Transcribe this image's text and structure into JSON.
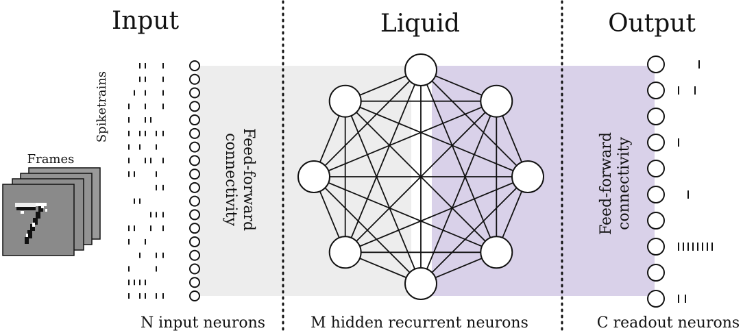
{
  "sections": {
    "input": {
      "title": "Input",
      "footer": "N input neurons"
    },
    "liquid": {
      "title": "Liquid",
      "footer": "M hidden recurrent neurons"
    },
    "output": {
      "title": "Output",
      "footer": "C readout neurons"
    }
  },
  "labels": {
    "frames": "Frames",
    "spiketrains": "Spiketrains",
    "input_conn_line1": "Feed-forward",
    "input_conn_line2": "connectivity",
    "output_conn_line1": "Feed-forward",
    "output_conn_line2": "connectivity"
  },
  "colors": {
    "input_band": "#ededed",
    "output_band": "#d9d1e9",
    "stroke": "#111111",
    "frame_gray": "#8a8a8a"
  },
  "counts": {
    "input_neurons": 18,
    "hidden_neurons": 8,
    "readout_neurons": 10
  }
}
